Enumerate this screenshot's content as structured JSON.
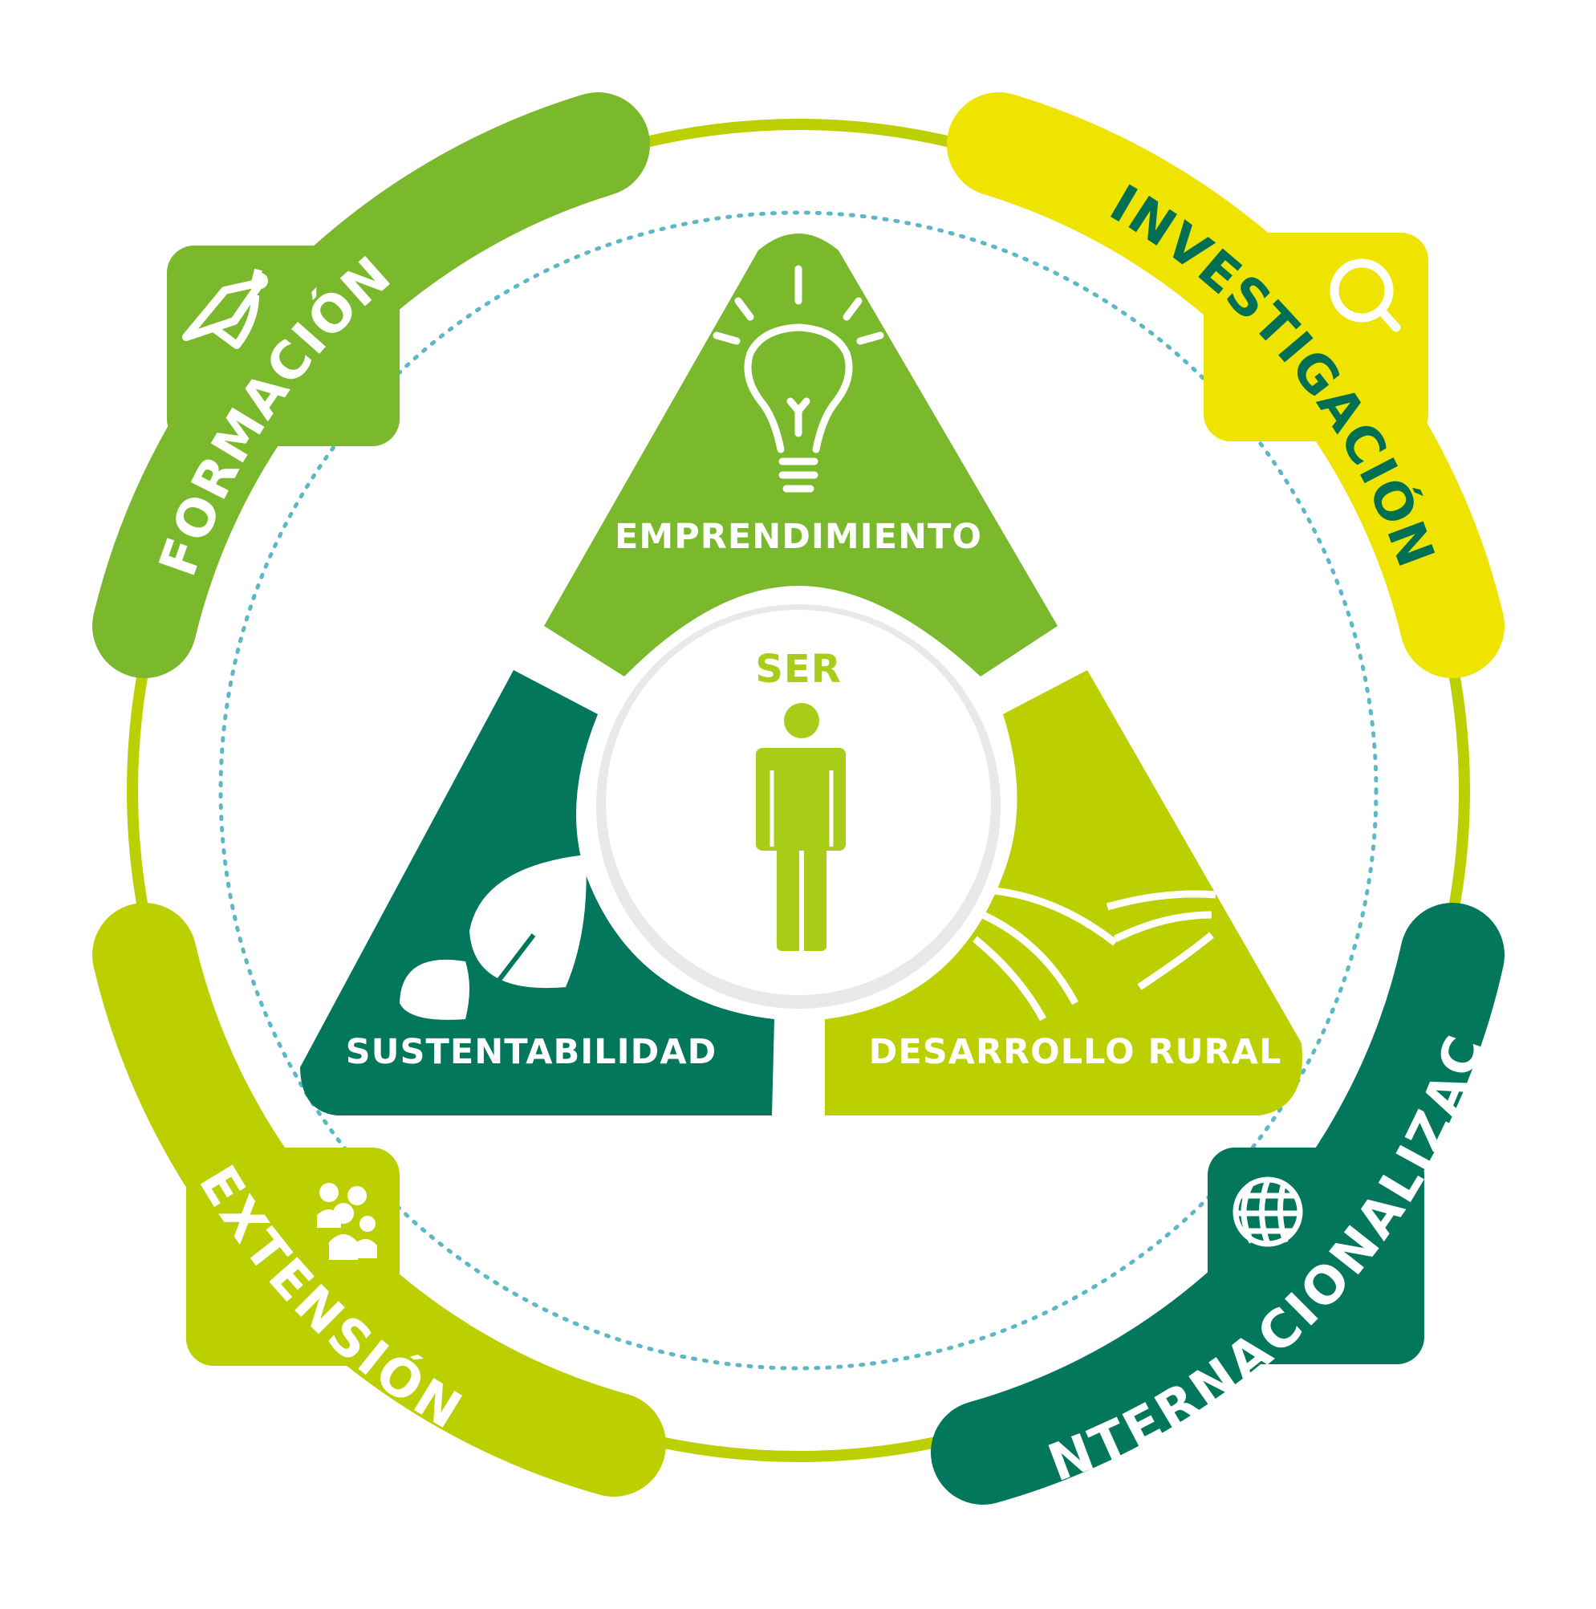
{
  "pillars": {
    "formacion": {
      "label": "FORMACIÓN",
      "icon": "graduation-cap-icon",
      "color": "#7ab82c"
    },
    "investigacion": {
      "label": "INVESTIGACIÓN",
      "icon": "magnifier-icon",
      "color": "#eee400",
      "text_color": "#006f52"
    },
    "extension": {
      "label": "EXTENSIÓN",
      "icon": "people-group-icon",
      "color": "#bccf00"
    },
    "internacionalizacion": {
      "label": "INTERNACIONALIZACIÓN",
      "icon": "globe-icon",
      "color": "#02775b"
    }
  },
  "triangle": {
    "emprendimiento": {
      "label": "EMPRENDIMIENTO",
      "icon": "lightbulb-icon",
      "color": "#7ab82c"
    },
    "sustentabilidad": {
      "label": "SUSTENTABILIDAD",
      "icon": "leaves-icon",
      "color": "#02775b"
    },
    "desarrollo_rural": {
      "label": "DESARROLLO RURAL",
      "icon": "fields-icon",
      "color": "#bccf00"
    }
  },
  "center": {
    "label": "SER",
    "icon": "person-icon",
    "color": "#a9cc18"
  },
  "colors": {
    "ring": "#bccf00",
    "dotted_ring": "#5cb8c6",
    "white": "#ffffff"
  }
}
